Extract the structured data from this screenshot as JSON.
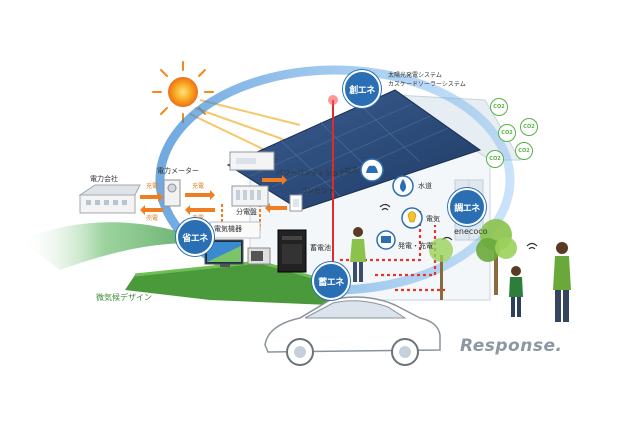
{
  "labels": {
    "power_company": "電力会社",
    "power_meter": "電力メーター",
    "charge_top": "充電",
    "sell_bottom": "売電",
    "charge_mid": "充電",
    "sell_mid": "売電",
    "power_conditioner": "パワーコンディショナー",
    "distribution_board": "分電盤",
    "outlet": "コンセント",
    "appliances": "電気機器",
    "storage_battery": "蓄電池",
    "solar_system_1": "太陽光発電システム",
    "solar_system_2": "カスケードソーラーシステム",
    "gas": "ガス",
    "water": "水道",
    "electricity": "電気",
    "generation": "発電・充電",
    "microclimate": "微気候デザイン",
    "enecoco": "enecoco"
  },
  "badges": {
    "create": "創エネ",
    "save": "省エネ",
    "adjust": "調エネ",
    "store": "蓄エネ"
  },
  "co2": [
    "CO2",
    "CO2",
    "CO2",
    "CO2",
    "CO2"
  ],
  "logo": "Response."
}
